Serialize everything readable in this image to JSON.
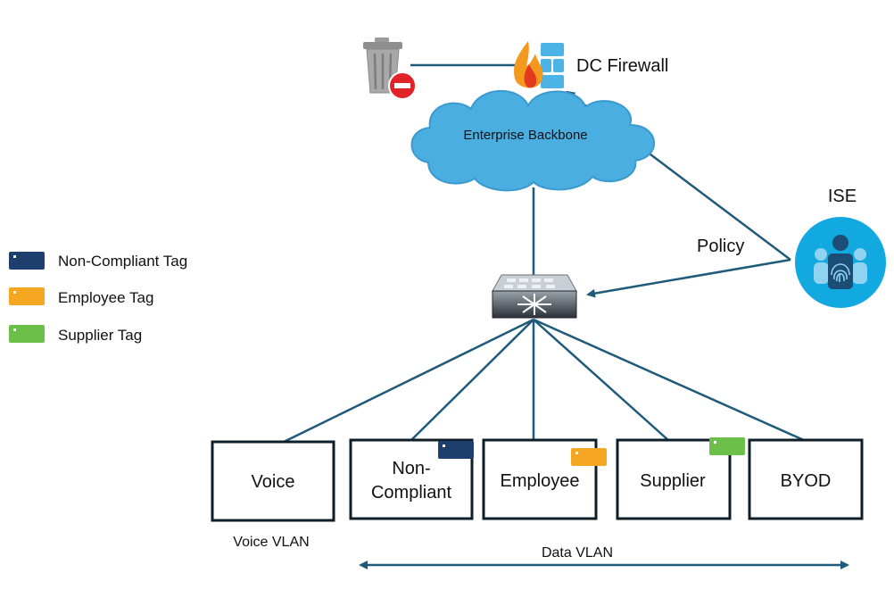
{
  "colors": {
    "line": "#1f5a7a",
    "cloud": "#4aaee0",
    "cloud_stroke": "#3a9ad0",
    "non_compliant": "#1e3f6e",
    "employee": "#f5a623",
    "supplier": "#6cc04a",
    "ise_circle": "#12a9e0",
    "firewall_brick": "#4bb3e6",
    "box_border": "#0f1f2a",
    "text": "#111111"
  },
  "firewall": {
    "label": "DC Firewall",
    "icon": "firewall-icon"
  },
  "trash": {
    "icon": "trash-blocked-icon"
  },
  "backbone": {
    "label": "Enterprise Backbone",
    "icon": "cloud-icon"
  },
  "switch": {
    "icon": "network-switch-icon"
  },
  "ise": {
    "label": "ISE",
    "icon": "ise-fingerprint-icon"
  },
  "policy": {
    "label": "Policy"
  },
  "legend": [
    {
      "label": "Non-Compliant Tag",
      "color": "#1e3f6e"
    },
    {
      "label": "Employee Tag",
      "color": "#f5a623"
    },
    {
      "label": "Supplier Tag",
      "color": "#6cc04a"
    }
  ],
  "segments": [
    {
      "id": "voice",
      "label_lines": [
        "Voice"
      ],
      "tag": null
    },
    {
      "id": "non-compliant",
      "label_lines": [
        "Non-",
        "Compliant"
      ],
      "tag": "#1e3f6e"
    },
    {
      "id": "employee",
      "label_lines": [
        "Employee"
      ],
      "tag": "#f5a623"
    },
    {
      "id": "supplier",
      "label_lines": [
        "Supplier"
      ],
      "tag": "#6cc04a"
    },
    {
      "id": "byod",
      "label_lines": [
        "BYOD"
      ],
      "tag": null
    }
  ],
  "voice_vlan": {
    "label": "Voice VLAN"
  },
  "data_vlan": {
    "label": "Data VLAN"
  }
}
